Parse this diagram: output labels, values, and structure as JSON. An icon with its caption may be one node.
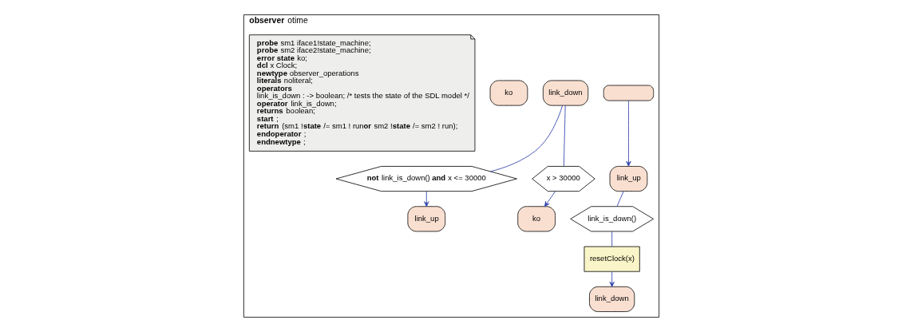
{
  "diagram": {
    "nodes": [
      {
        "text": [
          "**observer** otime"
        ]
      },
      {
        "text": [],
        "shape": "oval",
        "in": 0
      },
      {
        "text": [
          "link_up"
        ],
        "in": 0
      },
      {
        "text": [
          "link_is_down()"
        ],
        "in": 0
      },
      {
        "text": [
          "resetClock(x)"
        ],
        "in": 0
      },
      {
        "text": [
          "link_down"
        ],
        "in": 0
      },
      {
        "text": [
          "link_down"
        ],
        "in": 0
      },
      {
        "text": [
          "**not** link_is_down() **and** x <= 30000"
        ],
        "in": 0
      },
      {
        "text": [
          "x > 30000"
        ],
        "in": 0
      },
      {
        "text": [
          "link_up"
        ],
        "in": 0
      },
      {
        "text": [
          "ko"
        ],
        "in": 0
      },
      {
        "text": [
          "ko"
        ],
        "in": 0
      },
      {
        "text": [
          "**probe** sm1 iface1!state_machine;",
          "**probe** sm2 iface2!state_machine;",
          "**error state** ko;",
          "**dcl** x Clock;",
          "**newtype** observer_operations",
          "**literals** noliteral;",
          "**operators**",
          "link_is_down : -> boolean; /* tests the state of the SDL model */",
          "**operator** link_is_down;",
          "**returns** boolean;",
          "**start** ;",
          "**return** (sm1 !**state** /= sm1 ! run**or** sm2 !**state** /= sm2 ! run);",
          "**endoperator** ;",
          "**endnewtype** ;"
        ],
        "in": 0
      }
    ],
    "edges": [
      {
        "from": 1,
        "to": 2,
        "arrow": "to"
      },
      {
        "from": 2,
        "to": 3,
        "arrow": "none"
      },
      {
        "from": 3,
        "to": 4,
        "arrow": "none"
      },
      {
        "from": 4,
        "to": 5,
        "arrow": "to"
      },
      {
        "from": 6,
        "to": 7,
        "arrow": "none"
      },
      {
        "from": 6,
        "to": 8,
        "arrow": "none"
      },
      {
        "from": 7,
        "to": 9,
        "arrow": "to"
      },
      {
        "from": 8,
        "to": 10,
        "arrow": "to"
      }
    ]
  }
}
